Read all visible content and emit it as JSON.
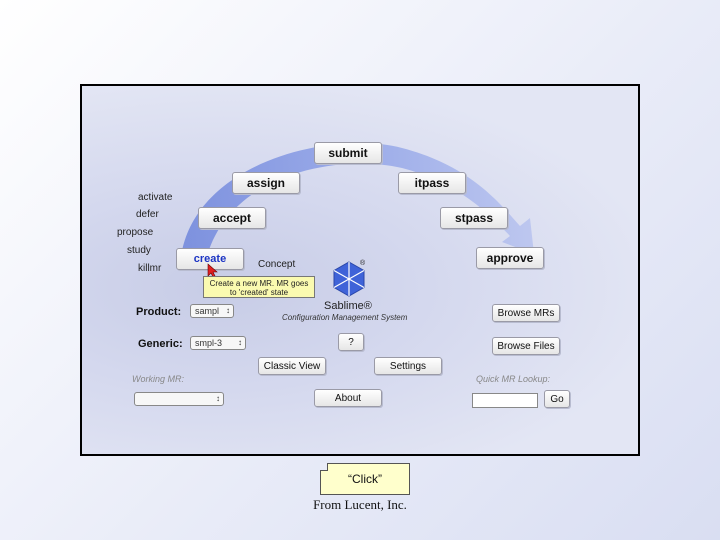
{
  "workflow": {
    "submit": "submit",
    "assign": "assign",
    "itpass": "itpass",
    "accept": "accept",
    "stpass": "stpass",
    "create": "create",
    "approve": "approve",
    "concept": "Concept"
  },
  "pre_stages": [
    "activate",
    "defer",
    "propose",
    "study",
    "killmr"
  ],
  "tooltip": "Create a new MR. MR goes to 'created' state",
  "logo": {
    "name": "Sablime®",
    "subtitle": "Configuration Management System",
    "mark": "®"
  },
  "form": {
    "product_label": "Product:",
    "product_value": "sampl",
    "generic_label": "Generic:",
    "generic_value": "smpl-3",
    "working_mr_label": "Working MR:",
    "quick_lookup_label": "Quick MR Lookup:"
  },
  "buttons": {
    "browse_mrs": "Browse MRs",
    "browse_files": "Browse Files",
    "help": "?",
    "classic_view": "Classic View",
    "settings": "Settings",
    "about": "About",
    "go": "Go"
  },
  "caption": "“Click”",
  "credit": "From Lucent, Inc.",
  "colors": {
    "arc": "#7f96e4",
    "create_text": "#1d35c4",
    "tooltip_bg": "#fafab0",
    "caption_bg": "#ffffcc"
  }
}
